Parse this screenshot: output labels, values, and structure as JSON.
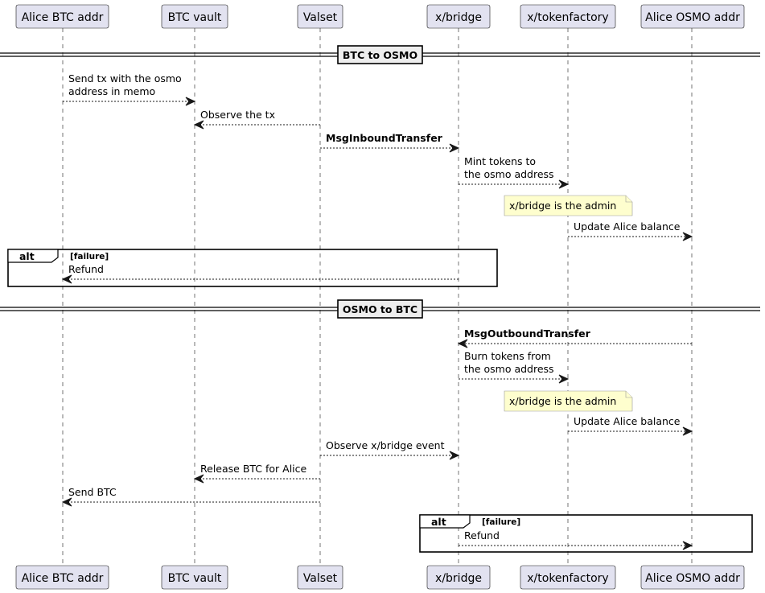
{
  "participants": [
    {
      "id": "alice-btc",
      "label": "Alice BTC addr"
    },
    {
      "id": "btc-vault",
      "label": "BTC vault"
    },
    {
      "id": "valset",
      "label": "Valset"
    },
    {
      "id": "x-bridge",
      "label": "x/bridge"
    },
    {
      "id": "x-tokenfactory",
      "label": "x/tokenfactory"
    },
    {
      "id": "alice-osmo",
      "label": "Alice OSMO addr"
    }
  ],
  "sections": [
    {
      "title": "BTC to OSMO"
    },
    {
      "title": "OSMO to BTC"
    }
  ],
  "messages": [
    {
      "from": "alice-btc",
      "to": "btc-vault",
      "lines": [
        "Send tx with the osmo",
        "address in memo"
      ],
      "bold": false
    },
    {
      "from": "valset",
      "to": "btc-vault",
      "lines": [
        "Observe the tx"
      ],
      "bold": false
    },
    {
      "from": "valset",
      "to": "x-bridge",
      "lines": [
        "MsgInboundTransfer"
      ],
      "bold": true
    },
    {
      "from": "x-bridge",
      "to": "x-tokenfactory",
      "lines": [
        "Mint tokens to",
        "the osmo address"
      ],
      "bold": false
    },
    {
      "from": "x-tokenfactory",
      "to": "alice-osmo",
      "lines": [
        "Update Alice balance"
      ],
      "bold": false
    },
    {
      "from": "x-bridge",
      "to": "alice-btc",
      "lines": [
        "Refund"
      ],
      "bold": false
    },
    {
      "from": "alice-osmo",
      "to": "x-bridge",
      "lines": [
        "MsgOutboundTransfer"
      ],
      "bold": true
    },
    {
      "from": "x-bridge",
      "to": "x-tokenfactory",
      "lines": [
        "Burn tokens from",
        "the osmo address"
      ],
      "bold": false
    },
    {
      "from": "x-tokenfactory",
      "to": "alice-osmo",
      "lines": [
        "Update Alice balance"
      ],
      "bold": false
    },
    {
      "from": "valset",
      "to": "x-bridge",
      "lines": [
        "Observe x/bridge event"
      ],
      "bold": false
    },
    {
      "from": "valset",
      "to": "btc-vault",
      "lines": [
        "Release BTC for Alice"
      ],
      "bold": false
    },
    {
      "from": "valset",
      "to": "alice-btc",
      "lines": [
        "Send BTC"
      ],
      "bold": false
    },
    {
      "from": "x-bridge",
      "to": "alice-osmo",
      "lines": [
        "Refund"
      ],
      "bold": false
    }
  ],
  "notes": [
    {
      "over": "x-tokenfactory",
      "text": "x/bridge is the admin"
    },
    {
      "over": "x-tokenfactory",
      "text": "x/bridge is the admin"
    }
  ],
  "frames": [
    {
      "keyword": "alt",
      "guard": "[failure]"
    },
    {
      "keyword": "alt",
      "guard": "[failure]"
    }
  ]
}
